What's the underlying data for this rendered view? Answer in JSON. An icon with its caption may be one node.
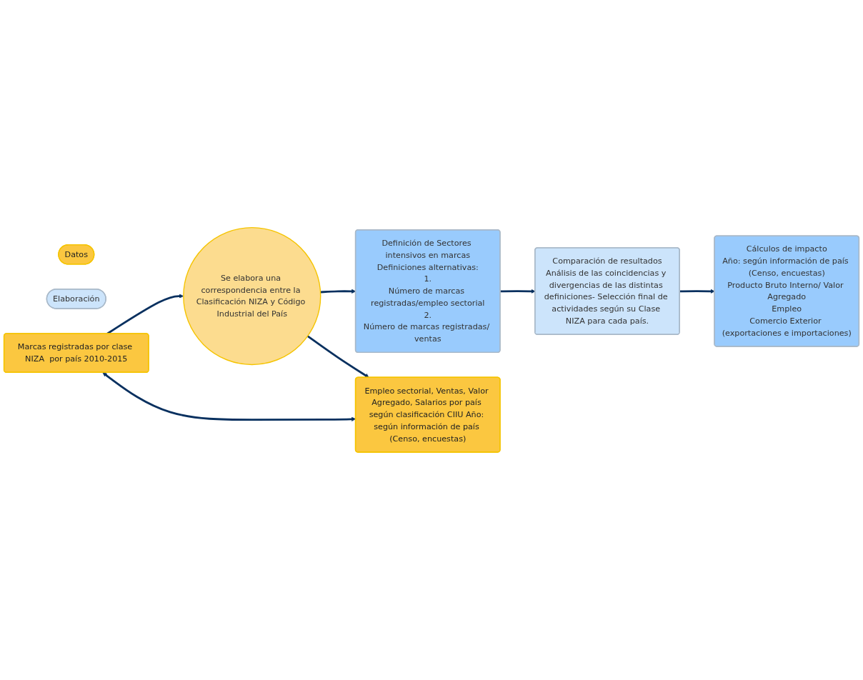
{
  "diagram": {
    "nodes": [
      {
        "text": [
          "Datos"
        ]
      },
      {
        "text": [
          "Elaboración"
        ]
      },
      {
        "text": [
          "Marcas registradas por clase NIZA  por país 2010-2015"
        ]
      },
      {
        "text": [
          "Comparación de resultados",
          "Análisis de las coincidencias y divergencias de las distintas definiciones- Selección final de actividades según su Clase NIZA para cada país."
        ]
      },
      {
        "text": [
          "Se elabora una correspondencia entre la Clasificación NIZA y Código Industrial del País"
        ]
      },
      {
        "text": [
          "Definición de Sectores intensivos en marcas",
          "Definiciones alternativas:",
          "1.",
          "Número de marcas registradas/empleo sectorial",
          "2.",
          "Número de marcas registradas/ ventas"
        ]
      },
      {
        "text": [
          "Cálculos de impacto",
          "Año: según información de país (Censo, encuestas)",
          "Producto Bruto Interno/ Valor Agregado",
          "Empleo",
          "Comercio Exterior (exportaciones e importaciones)"
        ]
      },
      {
        "text": [
          "Empleo sectorial, Ventas, Valor Agregado, Salarios por país según clasificación CIIU Año: según información de país (Censo, encuestas)"
        ]
      }
    ],
    "edges": [
      {
        "from": 2,
        "to": 4,
        "arrow": "to"
      },
      {
        "from": 4,
        "to": 7,
        "arrow": "to"
      },
      {
        "from": 2,
        "to": 7,
        "arrow": "both"
      },
      {
        "from": 4,
        "to": 5,
        "arrow": "to"
      },
      {
        "from": 5,
        "to": 3,
        "arrow": "to"
      },
      {
        "from": 3,
        "to": 6,
        "arrow": "to"
      }
    ]
  }
}
